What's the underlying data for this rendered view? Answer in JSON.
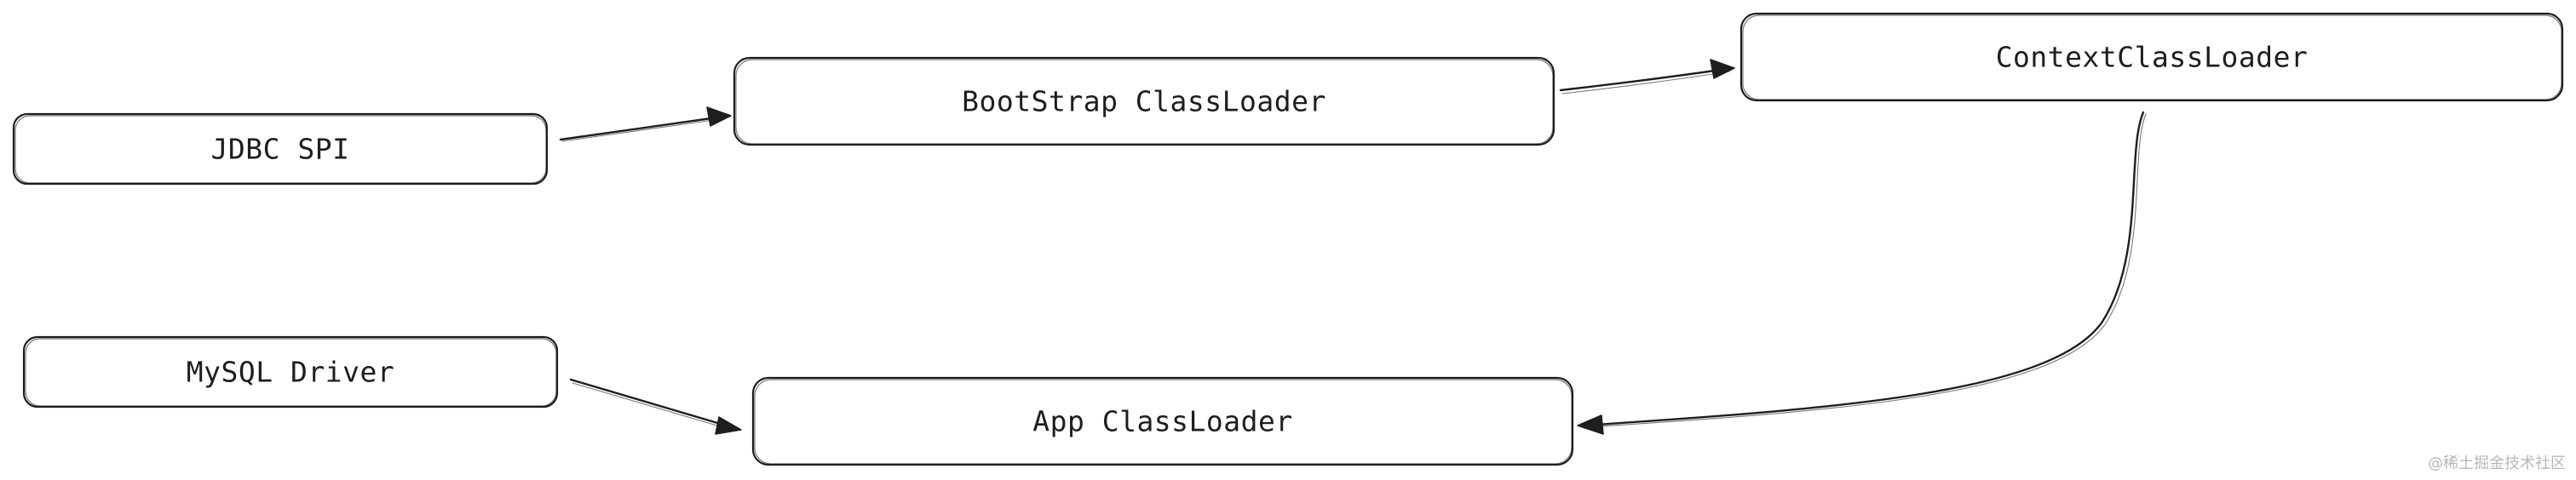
{
  "diagram": {
    "nodes": [
      {
        "id": "jdbc-spi",
        "label": "JDBC SPI"
      },
      {
        "id": "bootstrap-classloader",
        "label": "BootStrap ClassLoader"
      },
      {
        "id": "context-classloader",
        "label": "ContextClassLoader"
      },
      {
        "id": "mysql-driver",
        "label": "MySQL Driver"
      },
      {
        "id": "app-classloader",
        "label": "App ClassLoader"
      }
    ],
    "edges": [
      {
        "from": "jdbc-spi",
        "to": "bootstrap-classloader"
      },
      {
        "from": "bootstrap-classloader",
        "to": "context-classloader"
      },
      {
        "from": "context-classloader",
        "to": "app-classloader"
      },
      {
        "from": "mysql-driver",
        "to": "app-classloader"
      }
    ],
    "colors": {
      "stroke": "#1e1e1e",
      "background": "#ffffff",
      "watermark": "#b8b8b8"
    }
  },
  "watermark": "@稀土掘金技术社区"
}
